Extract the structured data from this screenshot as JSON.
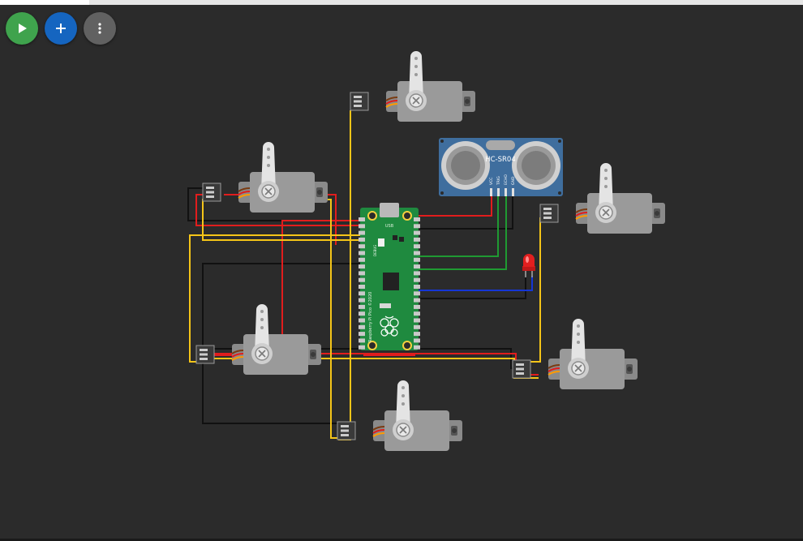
{
  "toolbar": {
    "play_icon": "play-icon",
    "add_icon": "plus-icon",
    "menu_icon": "more-vertical-icon",
    "colors": {
      "play": "#3fa34d",
      "add": "#1565c0",
      "menu": "#616161"
    }
  },
  "sensor": {
    "model": "HC-SR04",
    "pins": [
      "VCC",
      "TRIG",
      "ECHO",
      "GND"
    ]
  },
  "board": {
    "brand_text": "Raspberry Pi Pico ©2020",
    "connector_label": "USB",
    "debug_label": "DEBUG"
  },
  "colors": {
    "canvas": "#2b2b2b",
    "wire_red": "#e11d1d",
    "wire_black": "#111111",
    "wire_yellow": "#f5c518",
    "wire_green": "#1f9a32",
    "wire_blue": "#1536d6",
    "board": "#1f8a3f",
    "servo_body": "#8f8f8f",
    "sensor_board": "#3f6e9e",
    "led": "#e21f1f"
  }
}
